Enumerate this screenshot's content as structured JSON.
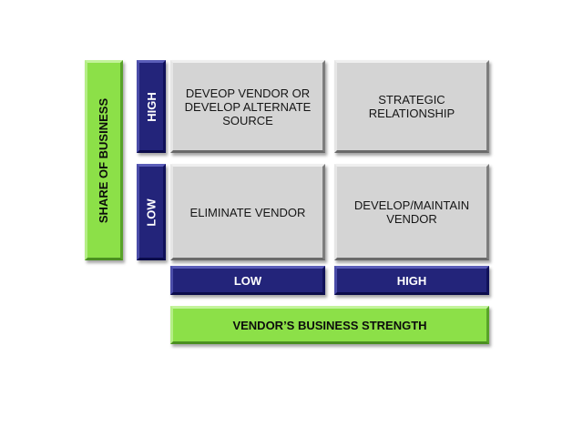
{
  "y_axis": {
    "title": "SHARE OF BUSINESS",
    "high_label": "HIGH",
    "low_label": "LOW"
  },
  "x_axis": {
    "title": "VENDOR’S BUSINESS STRENGTH",
    "low_label": "LOW",
    "high_label": "HIGH"
  },
  "quadrants": {
    "high_low": "DEVEOP VENDOR OR\nDEVELOP ALTERNATE\nSOURCE",
    "high_high": "STRATEGIC\nRELATIONSHIP",
    "low_low": "ELIMINATE VENDOR",
    "low_high": "DEVELOP/MAINTAIN\nVENDOR"
  },
  "colors": {
    "navy": "#23247a",
    "green": "#8ce048",
    "gray": "#d4d4d4"
  }
}
